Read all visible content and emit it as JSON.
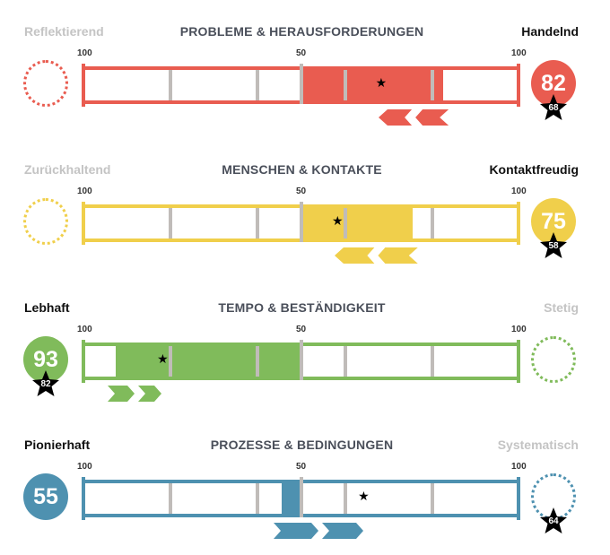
{
  "scale_labels": {
    "left": "100",
    "middle": "50",
    "right": "100"
  },
  "rows": [
    {
      "title": "PROBLEME & HERAUSFORDERUNGEN",
      "left_label": "Reflektierend",
      "right_label": "Handelnd",
      "active_side": "right",
      "score": "82",
      "score_value": 82,
      "star_value": "68",
      "star_num": 68,
      "arrow_direction": "left",
      "color": "#e95c50"
    },
    {
      "title": "MENSCHEN & KONTAKTE",
      "left_label": "Zurückhaltend",
      "right_label": "Kontaktfreudig",
      "active_side": "right",
      "score": "75",
      "score_value": 75,
      "star_value": "58",
      "star_num": 58,
      "arrow_direction": "left",
      "color": "#f0cf4b"
    },
    {
      "title": "TEMPO & BESTÄNDIGKEIT",
      "left_label": "Lebhaft",
      "right_label": "Stetig",
      "active_side": "left",
      "score": "93",
      "score_value": 93,
      "star_value": "82",
      "star_num": 82,
      "arrow_direction": "right",
      "color": "#80bb5b"
    },
    {
      "title": "PROZESSE & BEDINGUNGEN",
      "left_label": "Pionierhaft",
      "right_label": "Systematisch",
      "active_side": "left",
      "score": "55",
      "score_value": 55,
      "star_value": "64",
      "star_num": 64,
      "arrow_direction": "right",
      "color": "#4e91b0",
      "star_side": "right"
    }
  ]
}
